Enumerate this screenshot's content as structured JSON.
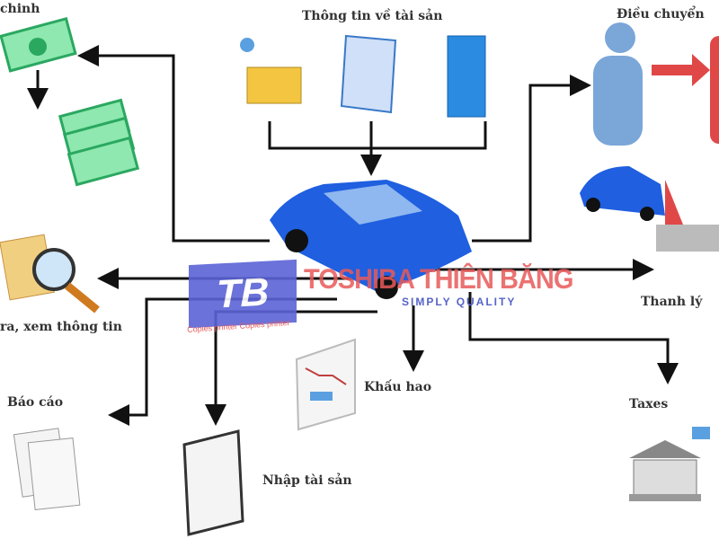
{
  "labels": {
    "finance": "chinh",
    "asset_info": "Thông tin về tài sản",
    "transfer": "Điều chuyển",
    "disposal": "Thanh lý",
    "lookup": "ra, xem thông tin",
    "report": "Báo cáo",
    "depreciation": "Khấu hao",
    "import": "Nhập tài sản",
    "taxes": "Taxes"
  },
  "watermark": {
    "logo": "TB",
    "brand": "TOSHIBA THIÊN BĂNG",
    "slogan": "SIMPLY QUALITY",
    "tagline": "Copies printer  Copies printer"
  },
  "colors": {
    "car": "#1f5fe0",
    "money": "#3cc47a",
    "person_blue": "#7aa6d8",
    "person_red": "#e04848",
    "watermark_red": "#e85a5a",
    "watermark_blue": "#5b63d6"
  }
}
